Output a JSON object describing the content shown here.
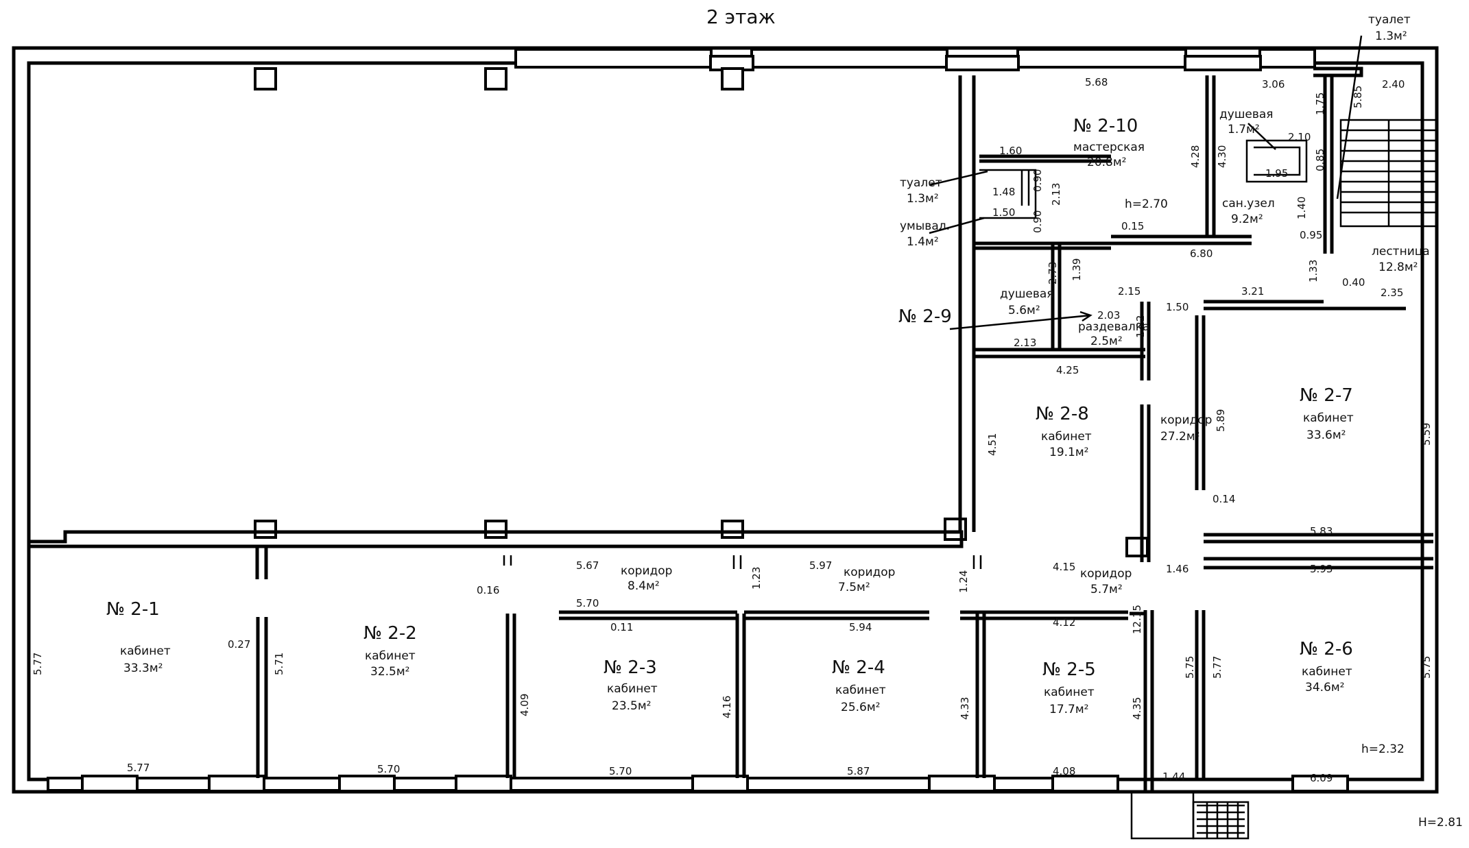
{
  "floor_title": "2  этаж",
  "heights": {
    "main": "H=2.81",
    "room_2_6": "h=2.32",
    "room_2_10": "h=2.70"
  },
  "rooms": [
    {
      "number": "№ 2-1",
      "name": "кабинет",
      "area": "33.3м²"
    },
    {
      "number": "№ 2-2",
      "name": "кабинет",
      "area": "32.5м²"
    },
    {
      "number": "№ 2-3",
      "name": "кабинет",
      "area": "23.5м²"
    },
    {
      "number": "№ 2-4",
      "name": "кабинет",
      "area": "25.6м²"
    },
    {
      "number": "№ 2-5",
      "name": "кабинет",
      "area": "17.7м²"
    },
    {
      "number": "№ 2-6",
      "name": "кабинет",
      "area": "34.6м²"
    },
    {
      "number": "№ 2-7",
      "name": "кабинет",
      "area": "33.6м²"
    },
    {
      "number": "№ 2-8",
      "name": "кабинет",
      "area": "19.1м²"
    },
    {
      "number": "№ 2-9",
      "name": "",
      "area": ""
    },
    {
      "number": "№ 2-10",
      "name": "мастерская",
      "area": "20.8м²"
    }
  ],
  "spaces": [
    {
      "name": "коридор",
      "area": "8.4м²"
    },
    {
      "name": "коридор",
      "area": "7.5м²"
    },
    {
      "name": "коридор",
      "area": "5.7м²"
    },
    {
      "name": "коридор",
      "area": "27.2м²"
    },
    {
      "name": "душевая",
      "area": "5.6м²"
    },
    {
      "name": "раздевалка",
      "area": "2.5м²"
    },
    {
      "name": "туалет",
      "area": "1.3м²"
    },
    {
      "name": "умывал.",
      "area": "1.4м²"
    },
    {
      "name": "душевая",
      "area": "1.7м²"
    },
    {
      "name": "сан.узел",
      "area": "9.2м²"
    },
    {
      "name": "туалет",
      "area": "1.3м²"
    },
    {
      "name": "лестница",
      "area": "12.8м²"
    }
  ],
  "dims": [
    "5.77",
    "5.77",
    "0.27",
    "5.71",
    "5.70",
    "5.67",
    "0.16",
    "5.70",
    "0.11",
    "4.09",
    "5.70",
    "1.23",
    "5.97",
    "5.94",
    "4.16",
    "5.87",
    "1.24",
    "4.15",
    "4.12",
    "4.33",
    "4.08",
    "12.15",
    "4.35",
    "1.44",
    "1.46",
    "5.75",
    "5.77",
    "5.75",
    "6.09",
    "5.93",
    "5.83",
    "0.14",
    "5.89",
    "5.59",
    "3.21",
    "1.50",
    "0.40",
    "2.35",
    "1.33",
    "4.51",
    "4.25",
    "2.13",
    "2.15",
    "2.03",
    "1.22",
    "1.39",
    "2.73",
    "0.15",
    "6.80",
    "1.50",
    "0.90",
    "1.48",
    "0.90",
    "2.13",
    "1.60",
    "5.68",
    "4.28",
    "4.30",
    "3.06",
    "1.75",
    "2.10",
    "1.95",
    "0.85",
    "1.40",
    "0.95",
    "5.85",
    "2.40"
  ]
}
